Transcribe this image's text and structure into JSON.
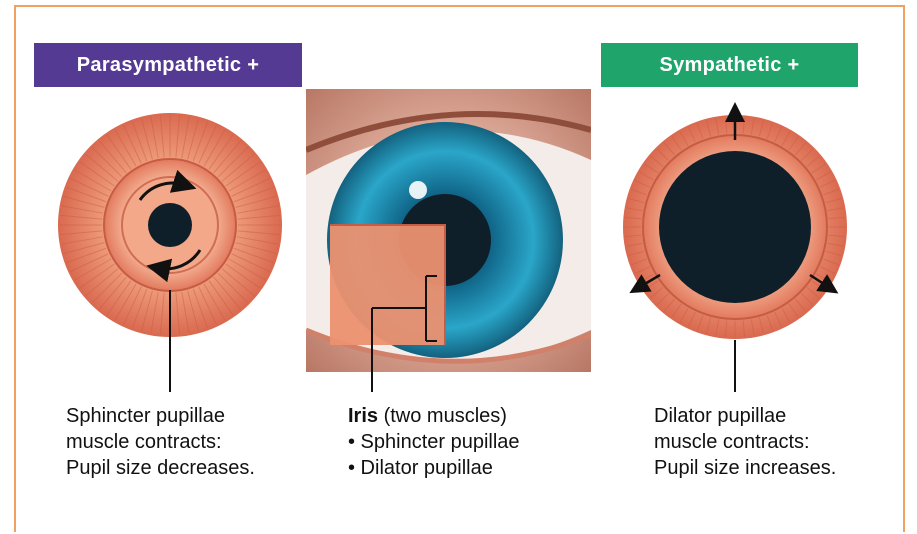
{
  "colors": {
    "frame_border": "#f0a060",
    "parasympathetic_badge": "#553a94",
    "sympathetic_badge": "#1fa56b",
    "muscle": "#e9856a",
    "iris_blue": "#1f8fb5",
    "pupil": "#0e1f2a"
  },
  "left_panel": {
    "badge": "Parasympathetic +",
    "caption_lines": [
      "Sphincter pupillae",
      "muscle contracts:",
      "Pupil size decreases."
    ]
  },
  "center_panel": {
    "title_bold": "Iris",
    "title_rest": " (two muscles)",
    "items": [
      "• Sphincter pupillae",
      "• Dilator pupillae"
    ]
  },
  "right_panel": {
    "badge": "Sympathetic +",
    "caption_lines": [
      "Dilator pupillae",
      "muscle contracts:",
      "Pupil size increases."
    ]
  }
}
